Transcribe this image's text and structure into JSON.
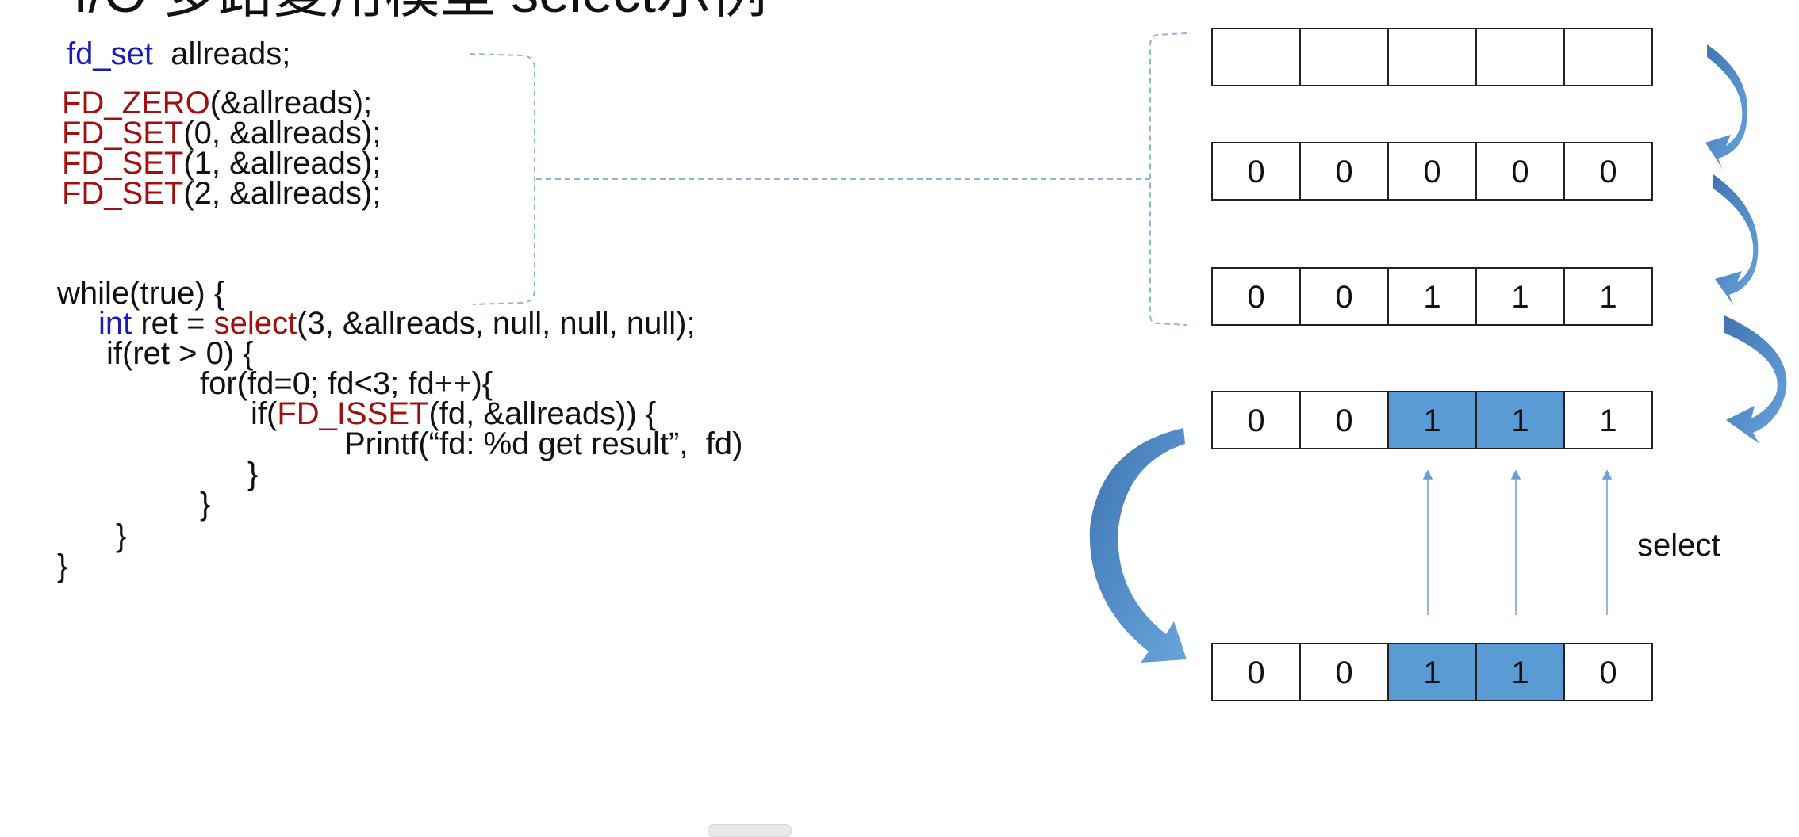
{
  "title": "I/O 多路复用模型 select示例",
  "code": {
    "decl_type": "fd_set",
    "decl_rest": "allreads;",
    "zero_fn": "FD_ZERO",
    "zero_args": "(&allreads);",
    "set_fn": "FD_SET",
    "set_args": [
      "(0, &allreads);",
      "(1, &allreads);",
      "(2, &allreads);"
    ],
    "loop_open": "while(true) {",
    "int_kw": "int",
    "ret_assign": " ret = ",
    "select_fn": "select",
    "select_args": "(3, &allreads, null, null, null);",
    "if_ret": "if(ret > 0) {",
    "for_loop": "for(fd=0; fd<3; fd++){",
    "if_open": "if(",
    "isset_fn": "FD_ISSET",
    "isset_args": "(fd, &allreads)) {",
    "printf_line": "Printf(“fd: %d get result”,  fd)",
    "brace_close": "}"
  },
  "bit_rows": [
    {
      "cells": [
        "",
        "",
        "",
        "",
        ""
      ],
      "highlighted": [
        false,
        false,
        false,
        false,
        false
      ]
    },
    {
      "cells": [
        "0",
        "0",
        "0",
        "0",
        "0"
      ],
      "highlighted": [
        false,
        false,
        false,
        false,
        false
      ]
    },
    {
      "cells": [
        "0",
        "0",
        "1",
        "1",
        "1"
      ],
      "highlighted": [
        false,
        false,
        false,
        false,
        false
      ]
    },
    {
      "cells": [
        "0",
        "0",
        "1",
        "1",
        "1"
      ],
      "highlighted": [
        false,
        false,
        true,
        true,
        false
      ]
    },
    {
      "cells": [
        "0",
        "0",
        "1",
        "1",
        "0"
      ],
      "highlighted": [
        false,
        false,
        true,
        true,
        false
      ]
    }
  ],
  "select_label": "select",
  "colors": {
    "highlight": "#5b9bd5",
    "arrow": "#4f88c4",
    "dashed": "#8fb4d9",
    "keyword_blue": "#1a1ab8",
    "keyword_red": "#a01010"
  }
}
